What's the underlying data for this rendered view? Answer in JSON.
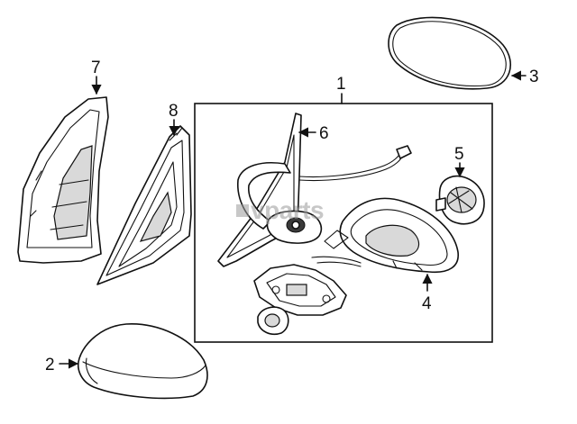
{
  "diagram": {
    "callouts": [
      {
        "id": "1",
        "label": "1"
      },
      {
        "id": "2",
        "label": "2"
      },
      {
        "id": "3",
        "label": "3"
      },
      {
        "id": "4",
        "label": "4"
      },
      {
        "id": "5",
        "label": "5"
      },
      {
        "id": "6",
        "label": "6"
      },
      {
        "id": "7",
        "label": "7"
      },
      {
        "id": "8",
        "label": "8"
      }
    ],
    "watermark": "vparts",
    "colors": {
      "ink": "#111111",
      "background": "#ffffff",
      "watermark": "#9a9a9a"
    }
  }
}
